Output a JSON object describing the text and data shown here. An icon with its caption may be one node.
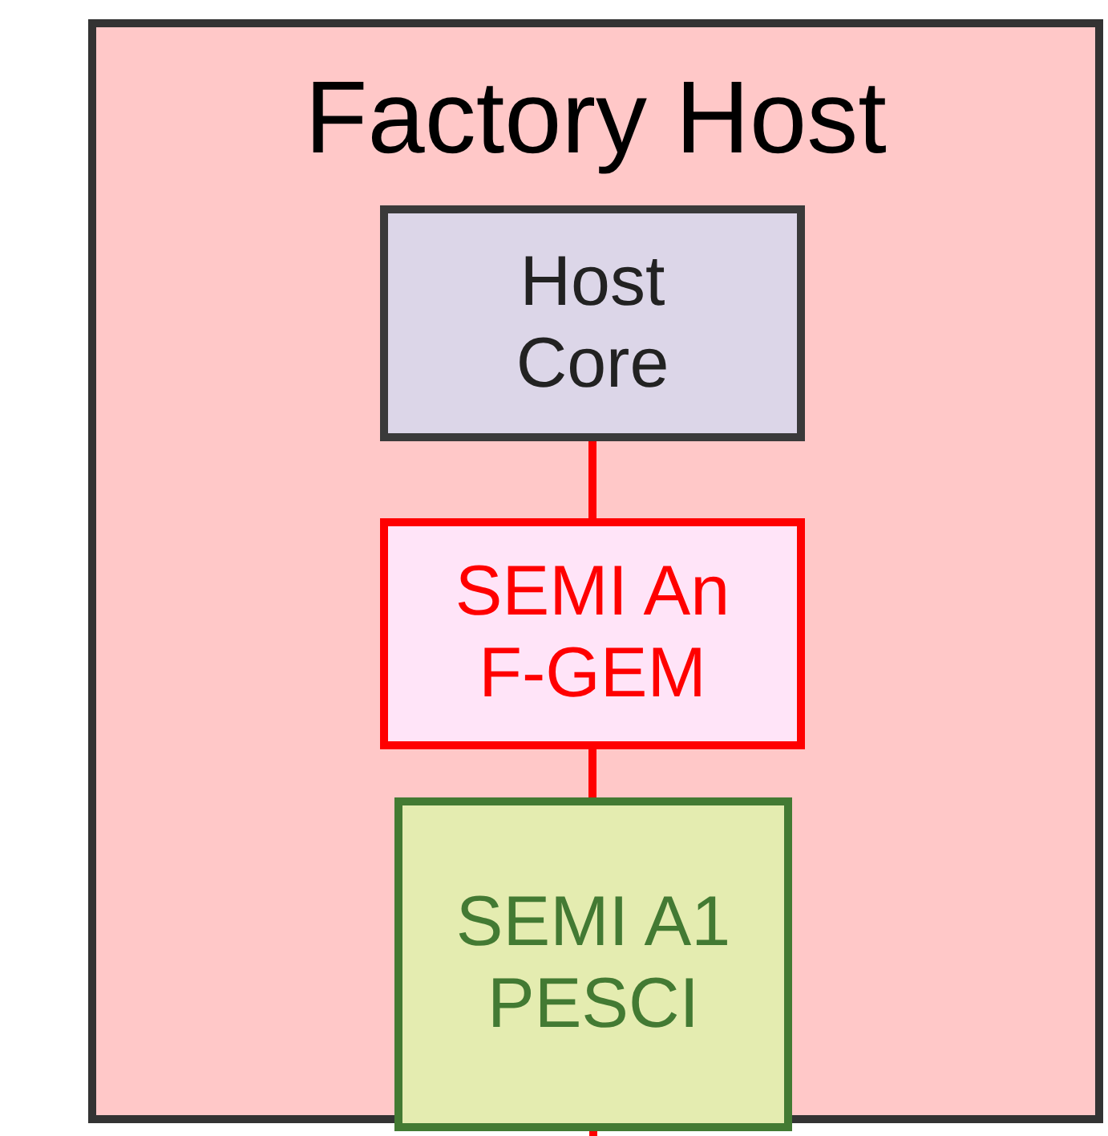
{
  "diagram": {
    "nodes": [
      {
        "text": [
          "Factory Host"
        ]
      },
      {
        "text": [
          "Host Core"
        ],
        "in": 0
      },
      {
        "text": [
          "SEMI An F-GEM"
        ],
        "in": 0
      },
      {
        "text": [
          "SEMI A1 PESCI"
        ],
        "in": 0
      }
    ],
    "edges": [
      {
        "from": 1,
        "to": 2,
        "arrow": "none"
      },
      {
        "from": 2,
        "to": 3,
        "arrow": "none"
      },
      {
        "from": 3,
        "to": null,
        "arrow": "none"
      }
    ]
  }
}
